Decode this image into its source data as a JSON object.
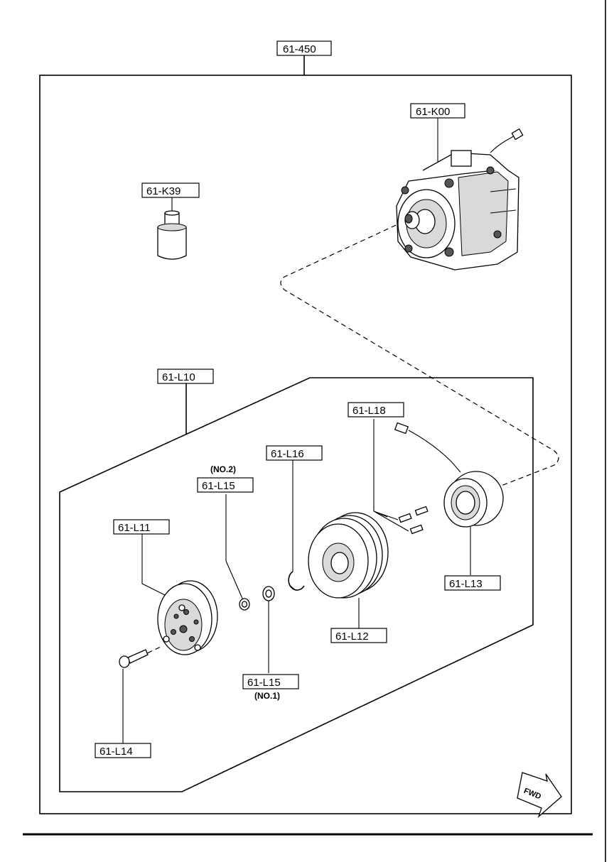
{
  "labels": {
    "assembly": "61-450",
    "compressor": "61-K00",
    "cap": "61-K39",
    "clutch_kit": "61-L10",
    "plate": "61-L11",
    "pulley": "61-L12",
    "coil": "61-L13",
    "bolt": "61-L14",
    "shim_no2": "61-L15",
    "shim_no1": "61-L15",
    "snap_ring": "61-L16",
    "screws": "61-L18"
  },
  "notes": {
    "no2": "(NO.2)",
    "no1": "(NO.1)"
  },
  "fwd": "FWD"
}
